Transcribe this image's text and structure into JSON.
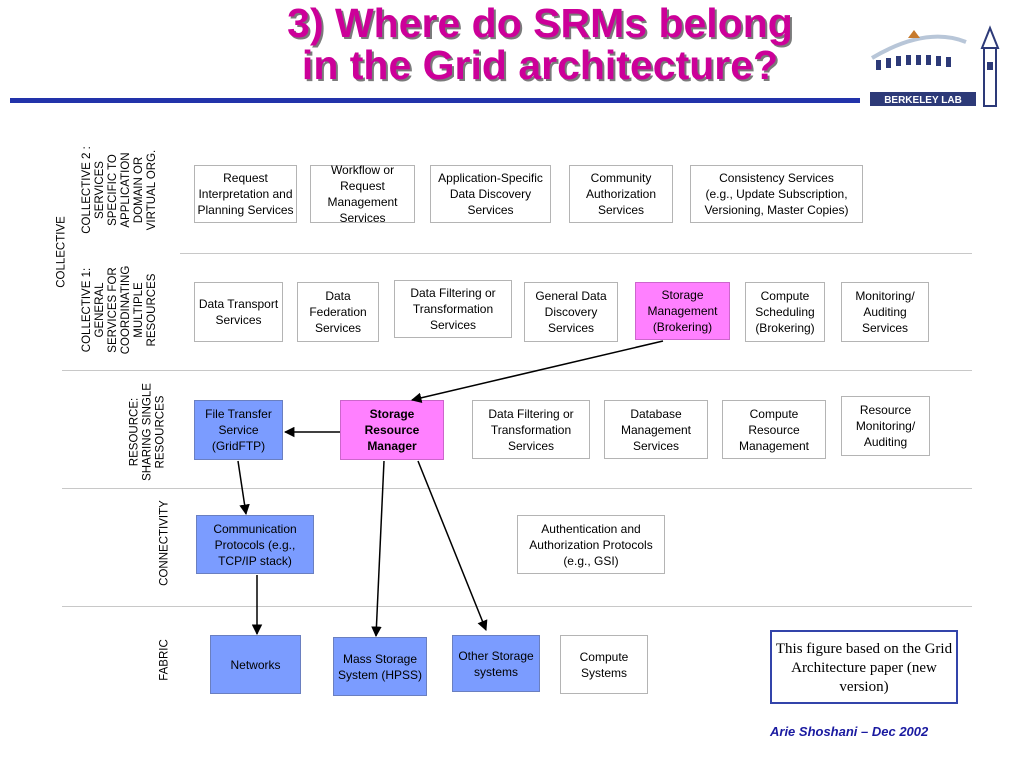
{
  "title": {
    "line1": "3) Where do SRMs belong",
    "line2": "in the Grid architecture?"
  },
  "logo": {
    "label": "BERKELEY LAB"
  },
  "layers": {
    "collective": "COLLECTIVE",
    "collective2": "COLLECTIVE 2 :\nSERVICES\nSPECIFIC TO\nAPPLICATION\nDOMAIN OR\nVIRTUAL ORG.",
    "collective1": "COLLECTIVE 1:\nGENERAL\nSERVICES FOR\nCOORDINATING\nMULTIPLE\nRESOURCES",
    "resource": "RESOURCE:\nSHARING SINGLE\nRESOURCES",
    "connectivity": "CONNECTIVITY",
    "fabric": "FABRIC"
  },
  "boxes": {
    "request_interp": "Request Interpretation and Planning Services",
    "workflow": "Workflow or Request Management Services",
    "app_discovery": "Application-Specific Data Discovery Services",
    "community_auth": "Community Authorization Services",
    "consistency": "Consistency Services\n(e.g., Update Subscription, Versioning, Master Copies)",
    "data_transport": "Data Transport Services",
    "data_federation": "Data Federation Services",
    "data_filtering_c1": "Data Filtering or Transformation Services",
    "general_discovery": "General Data Discovery Services",
    "storage_mgmt_brokering": "Storage Management (Brokering)",
    "compute_scheduling": "Compute Scheduling (Brokering)",
    "monitoring_auditing": "Monitoring/ Auditing Services",
    "file_transfer": "File Transfer Service (GridFTP)",
    "srm": "Storage Resource Manager",
    "data_filtering_r": "Data Filtering or Transformation Services",
    "database_mgmt": "Database Management Services",
    "compute_resource_mgmt": "Compute Resource Management",
    "resource_monitoring": "Resource Monitoring/ Auditing",
    "comm_protocols": "Communication Protocols (e.g., TCP/IP stack)",
    "auth_protocols": "Authentication and Authorization Protocols (e.g., GSI)",
    "networks": "Networks",
    "mass_storage": "Mass Storage System (HPSS)",
    "other_storage": "Other Storage systems",
    "compute_systems": "Compute Systems"
  },
  "note": "This figure based on the Grid Architecture paper (new version)",
  "footer": "Arie Shoshani – Dec 2002"
}
